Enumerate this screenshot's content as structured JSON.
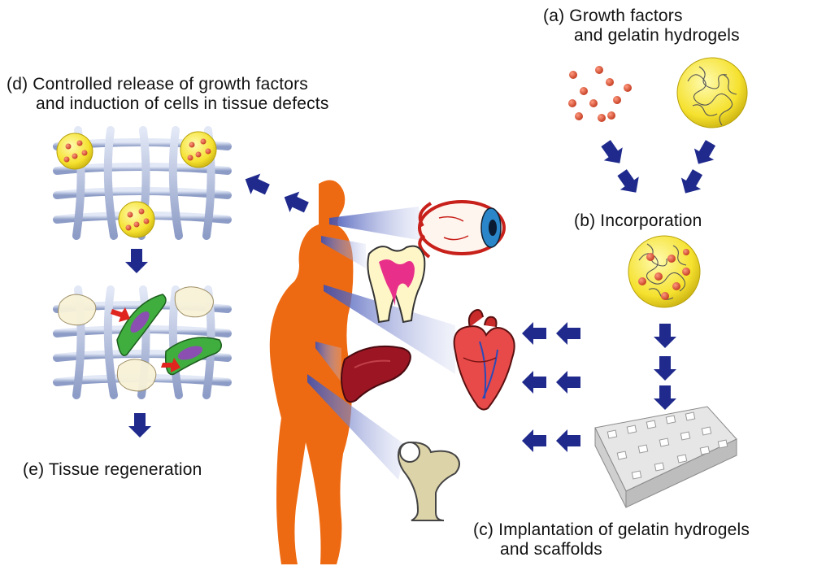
{
  "labels": {
    "a": {
      "line1": "(a) Growth factors",
      "line2": "and gelatin hydrogels"
    },
    "b": {
      "line1": "(b) Incorporation"
    },
    "c": {
      "line1": "(c) Implantation of gelatin hydrogels",
      "line2": "and scaffolds"
    },
    "d": {
      "line1": "(d) Controlled release of growth factors",
      "line2": "and induction of cells in tissue defects"
    },
    "e": {
      "line1": "(e) Tissue regeneration"
    }
  },
  "colors": {
    "arrow": "#1f2a8c",
    "body": "#ee6a12",
    "beam": "#3c4fb4",
    "hydrogel": "#f5e12e",
    "growth_factor": "#d9482b",
    "scaffold_fiber": "#b6c2de",
    "cell": "#3fae3f",
    "nucleus": "#8a4fb0"
  },
  "icons": [
    "eye-icon",
    "tooth-icon",
    "heart-icon",
    "liver-icon",
    "bone-icon"
  ]
}
